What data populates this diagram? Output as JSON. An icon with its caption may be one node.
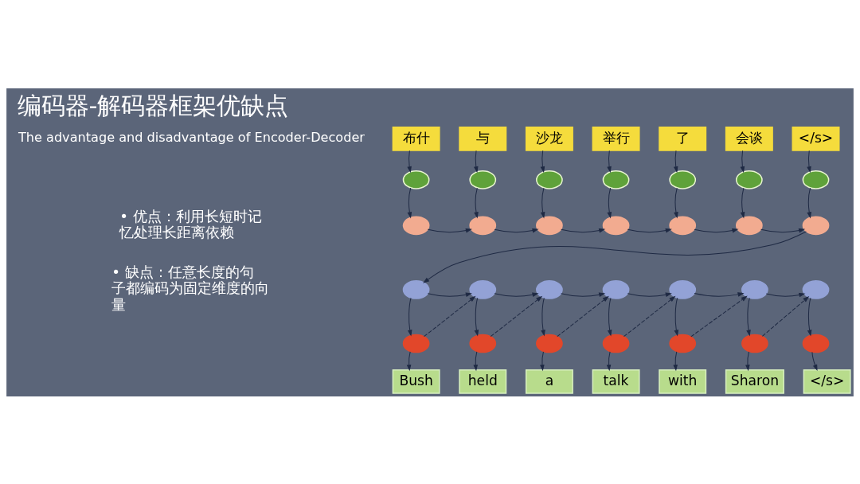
{
  "diagram": {
    "title": "编码器-解码器框架优缺点",
    "nodes": [
      {
        "text": [
          "布什"
        ]
      },
      {
        "text": [
          "与"
        ]
      },
      {
        "text": [
          "沙龙"
        ]
      },
      {
        "text": [
          "举行"
        ]
      },
      {
        "text": [
          "了"
        ]
      },
      {
        "text": [
          "会谈"
        ]
      },
      {
        "text": [
          "</s>"
        ]
      },
      {
        "text": [],
        "shape": "circle"
      },
      {
        "text": [],
        "shape": "circle"
      },
      {
        "text": [],
        "shape": "circle"
      },
      {
        "text": [],
        "shape": "circle"
      },
      {
        "text": [],
        "shape": "circle"
      },
      {
        "text": [],
        "shape": "circle"
      },
      {
        "text": [],
        "shape": "circle"
      },
      {
        "text": [],
        "shape": "circle"
      },
      {
        "text": [],
        "shape": "circle"
      },
      {
        "text": [],
        "shape": "circle"
      },
      {
        "text": [],
        "shape": "circle"
      },
      {
        "text": [],
        "shape": "circle"
      },
      {
        "text": [],
        "shape": "circle"
      },
      {
        "text": [],
        "shape": "circle"
      },
      {
        "text": [],
        "shape": "circle"
      },
      {
        "text": [],
        "shape": "circle"
      },
      {
        "text": [],
        "shape": "circle"
      },
      {
        "text": [],
        "shape": "circle"
      },
      {
        "text": [],
        "shape": "circle"
      },
      {
        "text": [],
        "shape": "circle"
      },
      {
        "text": [],
        "shape": "circle"
      },
      {
        "text": [],
        "shape": "circle"
      },
      {
        "text": [],
        "shape": "circle"
      },
      {
        "text": [],
        "shape": "circle"
      },
      {
        "text": [],
        "shape": "circle"
      },
      {
        "text": [],
        "shape": "circle"
      },
      {
        "text": [],
        "shape": "circle"
      },
      {
        "text": [],
        "shape": "circle"
      },
      {
        "text": [
          "Bush"
        ]
      },
      {
        "text": [
          "held"
        ]
      },
      {
        "text": [
          "a"
        ]
      },
      {
        "text": [
          "talk"
        ]
      },
      {
        "text": [
          "with"
        ]
      },
      {
        "text": [
          "Sharon"
        ]
      },
      {
        "text": [
          "</s>"
        ]
      }
    ],
    "edges": [
      {
        "from": 0,
        "to": 7,
        "arrow": "to"
      },
      {
        "from": 1,
        "to": 8,
        "arrow": "to"
      },
      {
        "from": 2,
        "to": 9,
        "arrow": "to"
      },
      {
        "from": 3,
        "to": 10,
        "arrow": "to"
      },
      {
        "from": 4,
        "to": 11,
        "arrow": "to"
      },
      {
        "from": 5,
        "to": 12,
        "arrow": "to"
      },
      {
        "from": 6,
        "to": 13,
        "arrow": "to"
      },
      {
        "from": 7,
        "to": 14,
        "arrow": "to"
      },
      {
        "from": 8,
        "to": 15,
        "arrow": "to"
      },
      {
        "from": 9,
        "to": 16,
        "arrow": "to"
      },
      {
        "from": 10,
        "to": 17,
        "arrow": "to"
      },
      {
        "from": 11,
        "to": 18,
        "arrow": "to"
      },
      {
        "from": 12,
        "to": 19,
        "arrow": "to"
      },
      {
        "from": 13,
        "to": 20,
        "arrow": "to"
      },
      {
        "from": 14,
        "to": 15,
        "arrow": "to"
      },
      {
        "from": 15,
        "to": 16,
        "arrow": "to"
      },
      {
        "from": 16,
        "to": 17,
        "arrow": "to"
      },
      {
        "from": 17,
        "to": 18,
        "arrow": "to"
      },
      {
        "from": 18,
        "to": 19,
        "arrow": "to"
      },
      {
        "from": 19,
        "to": 20,
        "arrow": "to"
      },
      {
        "from": 20,
        "to": 21,
        "arrow": "to"
      },
      {
        "from": 21,
        "to": 22,
        "arrow": "to"
      },
      {
        "from": 22,
        "to": 23,
        "arrow": "to"
      },
      {
        "from": 23,
        "to": 24,
        "arrow": "to"
      },
      {
        "from": 24,
        "to": 25,
        "arrow": "to"
      },
      {
        "from": 25,
        "to": 26,
        "arrow": "to"
      },
      {
        "from": 26,
        "to": 27,
        "arrow": "to"
      },
      {
        "from": 21,
        "to": 28,
        "arrow": "to"
      },
      {
        "from": 22,
        "to": 29,
        "arrow": "to"
      },
      {
        "from": 23,
        "to": 30,
        "arrow": "to"
      },
      {
        "from": 24,
        "to": 31,
        "arrow": "to"
      },
      {
        "from": 25,
        "to": 32,
        "arrow": "to"
      },
      {
        "from": 26,
        "to": 33,
        "arrow": "to"
      },
      {
        "from": 27,
        "to": 34,
        "arrow": "to"
      },
      {
        "from": 28,
        "to": 22,
        "arrow": "to",
        "style": "dashed"
      },
      {
        "from": 29,
        "to": 23,
        "arrow": "to",
        "style": "dashed"
      },
      {
        "from": 30,
        "to": 24,
        "arrow": "to",
        "style": "dashed"
      },
      {
        "from": 31,
        "to": 25,
        "arrow": "to",
        "style": "dashed"
      },
      {
        "from": 32,
        "to": 26,
        "arrow": "to",
        "style": "dashed"
      },
      {
        "from": 33,
        "to": 27,
        "arrow": "to",
        "style": "dashed"
      },
      {
        "from": 28,
        "to": 35,
        "arrow": "to"
      },
      {
        "from": 29,
        "to": 36,
        "arrow": "to"
      },
      {
        "from": 30,
        "to": 37,
        "arrow": "to"
      },
      {
        "from": 31,
        "to": 38,
        "arrow": "to"
      },
      {
        "from": 32,
        "to": 39,
        "arrow": "to"
      },
      {
        "from": 33,
        "to": 40,
        "arrow": "to"
      },
      {
        "from": 34,
        "to": 41,
        "arrow": "to"
      }
    ],
    "labels": [
      "The advantage and disadvantage of Encoder-Decoder",
      "• 优点：利用长短时记忆处理长距离依赖",
      "• 缺点：任意长度的句子都编码为固定维度的向量"
    ]
  }
}
